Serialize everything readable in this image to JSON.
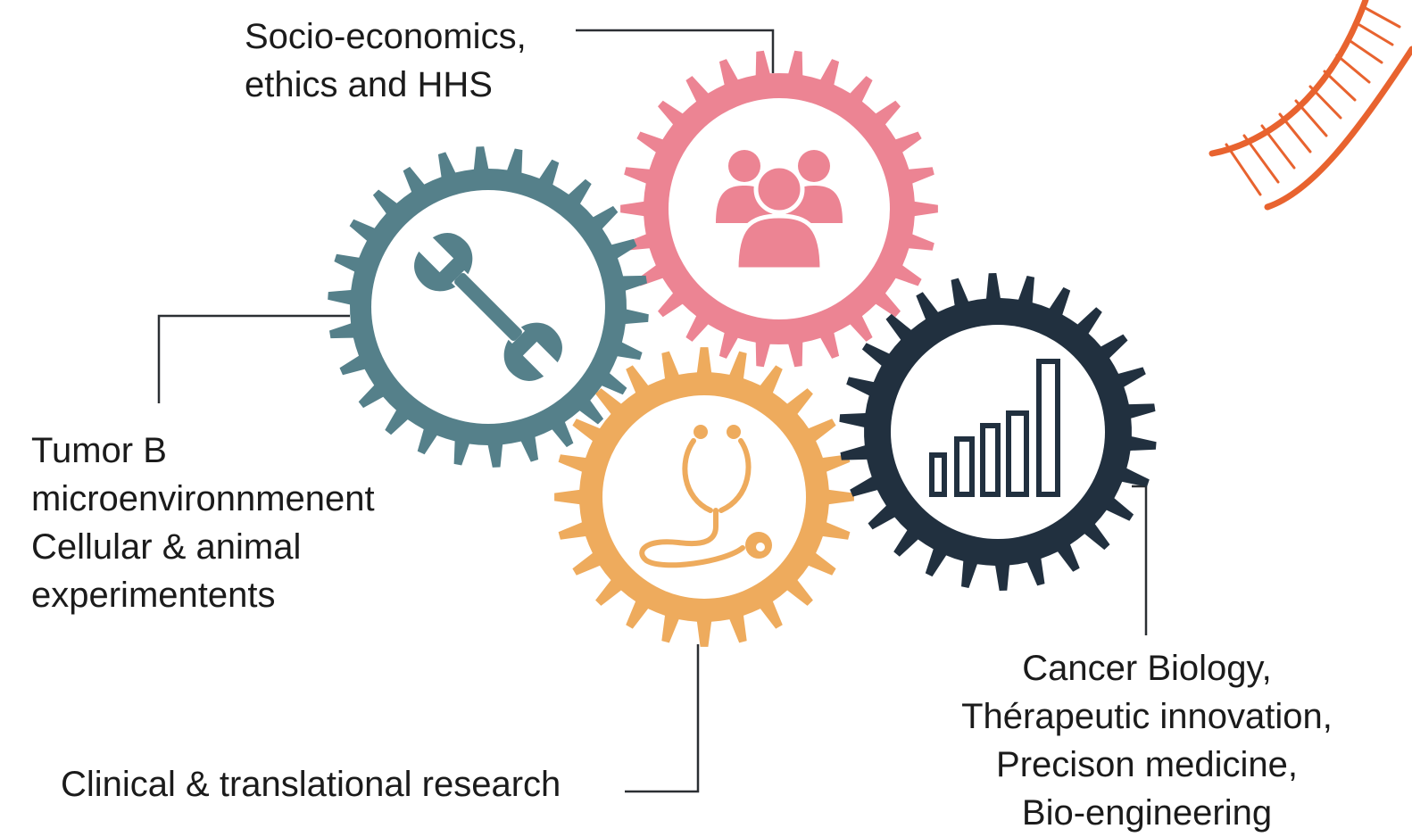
{
  "labels": {
    "socio": [
      "Socio-economics,",
      "ethics and HHS"
    ],
    "tumor": [
      "Tumor B",
      "microenvironnmenent",
      "Cellular & animal",
      "experimentents"
    ],
    "clinical": [
      "Clinical & translational research"
    ],
    "cancer": [
      "Cancer Biology,",
      "Thérapeutic innovation,",
      "Precison medicine,",
      "Bio-engineering"
    ]
  },
  "gears": [
    {
      "name": "gear-socio",
      "color": "#ec8493",
      "icon": "people-icon"
    },
    {
      "name": "gear-tumor",
      "color": "#55808a",
      "icon": "wrench-icon"
    },
    {
      "name": "gear-clinical",
      "color": "#eeab5d",
      "icon": "stethoscope-icon"
    },
    {
      "name": "gear-cancer",
      "color": "#21303f",
      "icon": "bar-chart-icon"
    }
  ],
  "colors": {
    "connector": "#2b2f33",
    "dna": "#e8632f",
    "text": "#1b1b1b"
  }
}
